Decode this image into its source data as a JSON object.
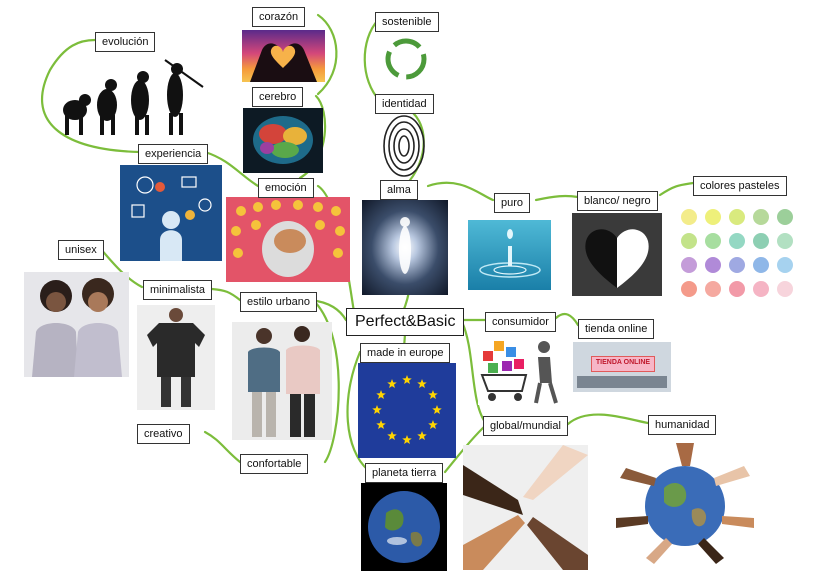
{
  "center": {
    "label": "Perfect&Basic"
  },
  "nodes": {
    "evolucion": "evolución",
    "corazon": "corazón",
    "sostenible": "sostenible",
    "cerebro": "cerebro",
    "identidad": "identidad",
    "experiencia": "experiencia",
    "emocion": "emoción",
    "alma": "alma",
    "puro": "puro",
    "blanco_negro": "blanco/ negro",
    "colores_pasteles": "colores pasteles",
    "unisex": "unisex",
    "minimalista": "minimalista",
    "estilo_urbano": "estilo urbano",
    "consumidor": "consumidor",
    "tienda_online": "tienda online",
    "made_in_europe": "made in europe",
    "creativo": "creativo",
    "confortable": "confortable",
    "global_mundial": "global/mundial",
    "humanidad": "humanidad",
    "planeta_tierra": "planeta tierra"
  },
  "images": {
    "tienda_text": "TIENDA ONLINE"
  },
  "colors": {
    "link": "#7cbd3b",
    "eu_blue": "#1f3c9b",
    "eu_star": "#ffd400"
  }
}
